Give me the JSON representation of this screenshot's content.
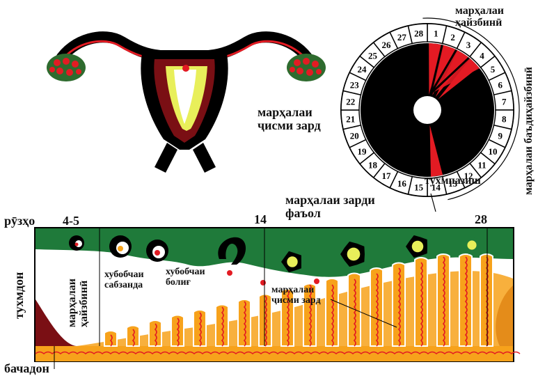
{
  "top": {
    "phase_menstrual": "марҳалаи ҳайзбинӣ",
    "phase_postmenstrual": "марҳалаи баъдиҳайзбинӣ",
    "phase_corpus_luteum": "марҳалаи ҷисми зард",
    "ovulation": "тухмпазиш",
    "cycle_days": [
      "1",
      "2",
      "3",
      "4",
      "5",
      "6",
      "7",
      "8",
      "9",
      "10",
      "11",
      "12",
      "13",
      "14",
      "15",
      "16",
      "17",
      "18",
      "19",
      "20",
      "21",
      "22",
      "23",
      "24",
      "25",
      "26",
      "27",
      "28"
    ]
  },
  "bottom": {
    "days_label": "рӯзҳо",
    "day_marks": [
      "4-5",
      "14",
      "28"
    ],
    "active_yellow_phase": "марҳалаи зарди фаъол",
    "ovaries_label": "тухмдон",
    "uterus_label": "бачадон",
    "menstrual_phase": "марҳалаи ҳайзбинӣ",
    "growing_follicle": "хубобчаи сабзанда",
    "mature_follicle": "хубобчаи болиғ",
    "corpus_luteum_phase": "марҳалаи ҷисми зард"
  },
  "colors": {
    "red": "#e31b23",
    "black": "#000000",
    "green": "#1f7a3a",
    "orange": "#f7a21b",
    "yellow": "#e8ef5a"
  }
}
